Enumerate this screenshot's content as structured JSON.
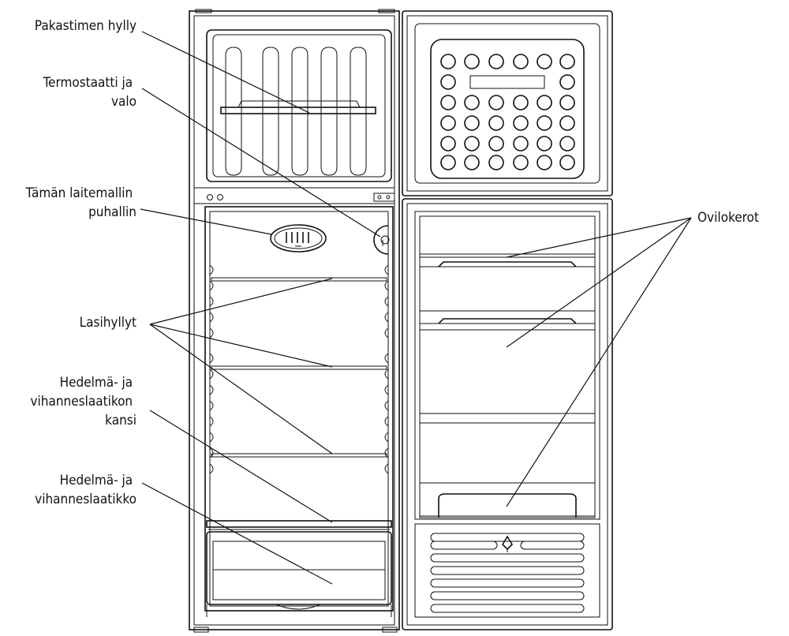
{
  "labels": {
    "freezer_shelf": "Pakastimen hylly",
    "thermostat_line1": "Termostaatti ja",
    "thermostat_line2": "valo",
    "fan_line1": "Tämän laitemallin",
    "fan_line2": "puhallin",
    "glass_shelves": "Lasihyllyt",
    "crisper_cover_line1": "Hedelmä- ja",
    "crisper_cover_line2": "vihanneslaatikon",
    "crisper_cover_line3": "kansi",
    "crisper_line1": "Hedelmä- ja",
    "crisper_line2": "vihanneslaatikko",
    "door_bins": "Ovilokerot"
  }
}
